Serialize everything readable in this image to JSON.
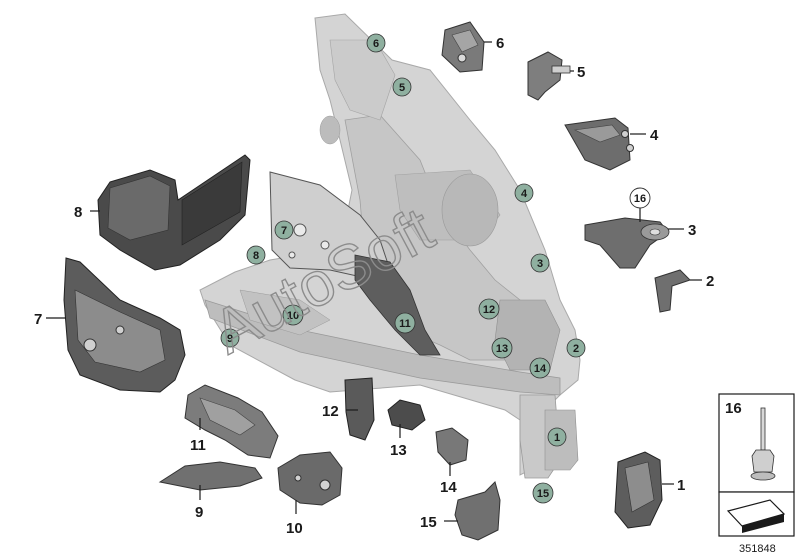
{
  "diagram": {
    "watermark": "AutoSoft",
    "diagram_number": "351848",
    "part_labels": [
      "6",
      "5",
      "4",
      "3",
      "2",
      "1",
      "8",
      "7",
      "11",
      "9",
      "10",
      "12",
      "13",
      "14",
      "15"
    ],
    "callouts": [
      "6",
      "5",
      "4",
      "16",
      "3",
      "7",
      "8",
      "10",
      "9",
      "11",
      "12",
      "13",
      "14",
      "2",
      "1",
      "15"
    ],
    "legend": {
      "number": "16"
    }
  }
}
